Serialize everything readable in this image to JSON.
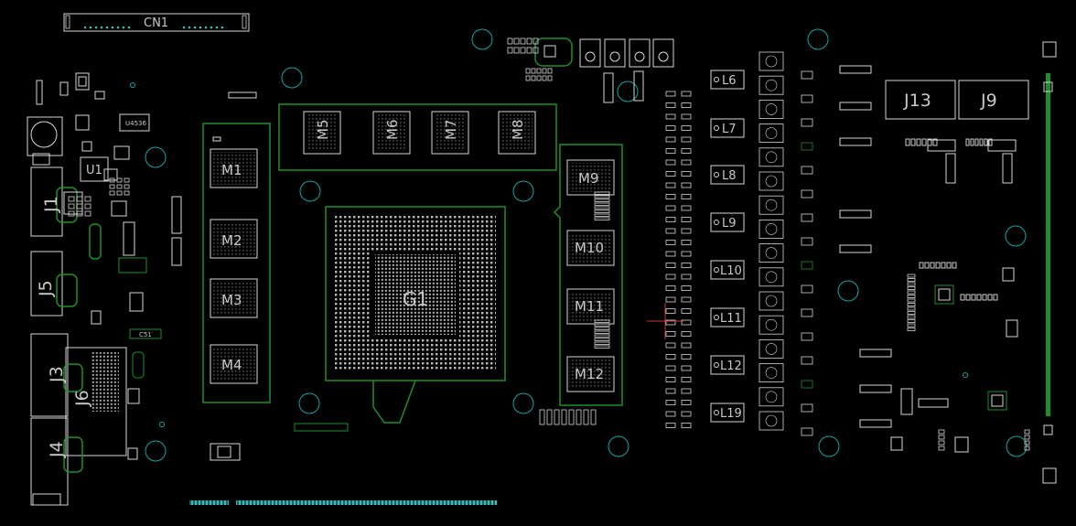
{
  "colors": {
    "background": "#000000",
    "outline": "#d6d6d6",
    "silk_green": "#1f8f2a",
    "hole_teal": "#19a3a3",
    "pad_teal": "#3dbbbb",
    "cursor_red": "#c83a48"
  },
  "labels": {
    "cn1": "CN1",
    "g1": "G1",
    "m1": "M1",
    "m2": "M2",
    "m3": "M3",
    "m4": "M4",
    "m5": "M5",
    "m6": "M6",
    "m7": "M7",
    "m8": "M8",
    "m9": "M9",
    "m10": "M10",
    "m11": "M11",
    "m12": "M12",
    "j1": "J1",
    "j3": "J3",
    "j4": "J4",
    "j5": "J5",
    "j6": "J6",
    "j9": "J9",
    "j13": "J13",
    "u1": "U1",
    "u4536": "U4536",
    "l6": "L6",
    "l7": "L7",
    "l8": "L8",
    "l9": "L9",
    "l10": "L10",
    "l11": "L11",
    "l12": "L12",
    "l19": "L19",
    "c51": "C51"
  }
}
